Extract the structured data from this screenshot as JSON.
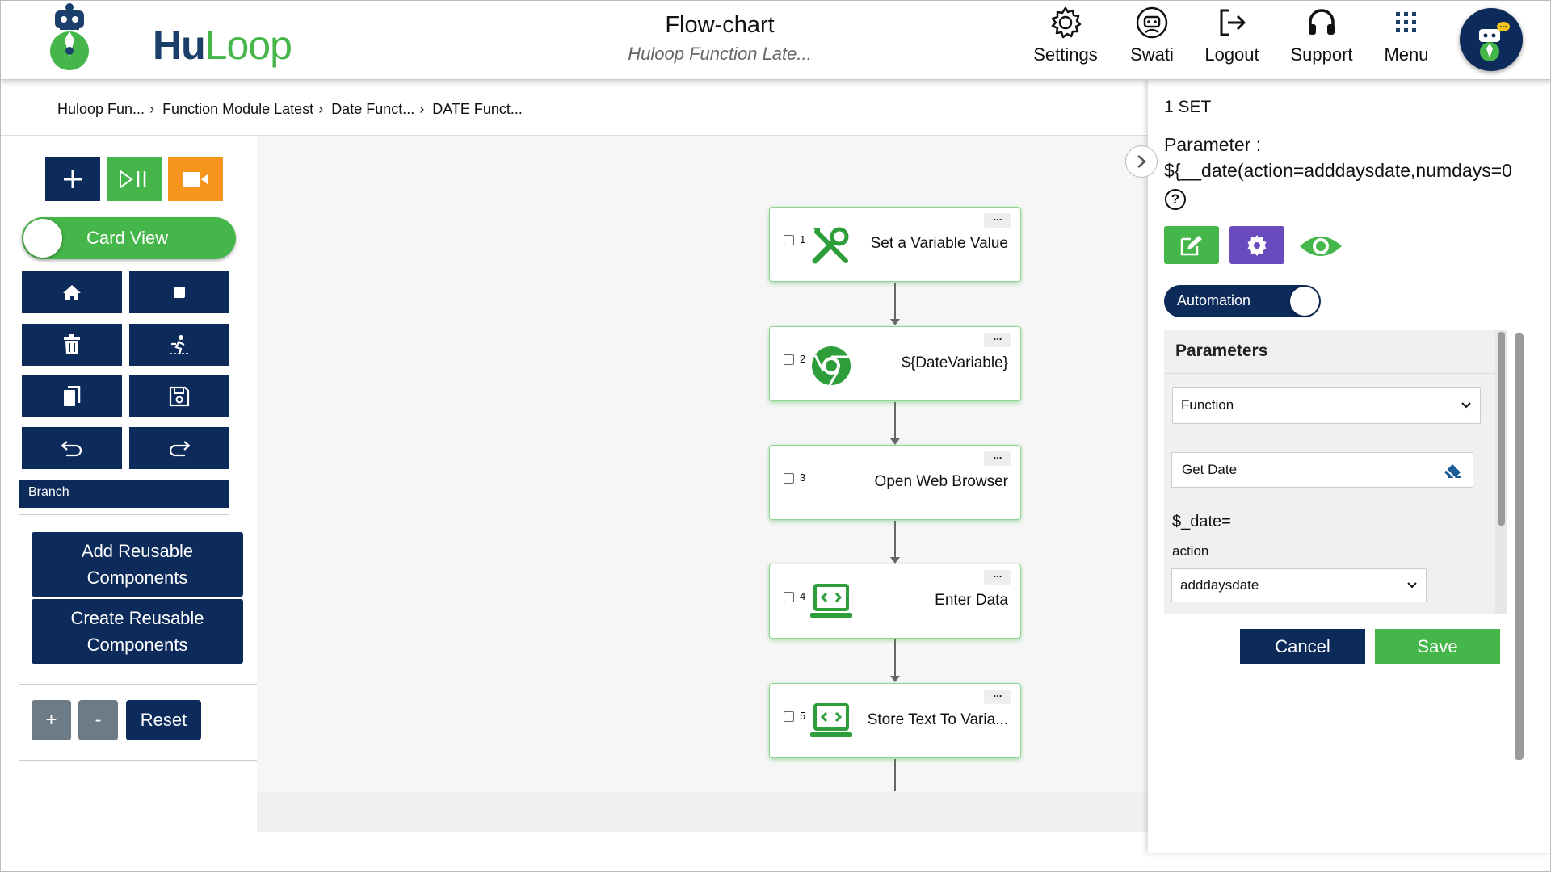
{
  "header": {
    "logo_hu": "Hu",
    "logo_loop": "Loop",
    "title": "Flow-chart",
    "subtitle": "Huloop Function Late...",
    "nav": {
      "settings": "Settings",
      "user": "Swati",
      "logout": "Logout",
      "support": "Support",
      "menu": "Menu"
    }
  },
  "breadcrumb": [
    "Huloop Fun...",
    "Function Module Latest",
    "Date Funct...",
    "DATE Funct..."
  ],
  "left_panel": {
    "card_view_label": "Card View",
    "branch_label": "Branch",
    "add_reusable_line1": "Add Reusable",
    "add_reusable_line2": "Components",
    "create_reusable_line1": "Create Reusable",
    "create_reusable_line2": "Components",
    "zoom_in": "+",
    "zoom_out": "-",
    "reset": "Reset"
  },
  "flow_nodes": [
    {
      "num": "1",
      "title": "Set a Variable Value",
      "icon": "tools-icon"
    },
    {
      "num": "2",
      "title": "${DateVariable}",
      "icon": "chrome-icon"
    },
    {
      "num": "3",
      "title": "Open Web Browser",
      "icon": "none"
    },
    {
      "num": "4",
      "title": "Enter Data",
      "icon": "code-laptop-icon"
    },
    {
      "num": "5",
      "title": "Store Text To Varia...",
      "icon": "code-laptop-icon"
    }
  ],
  "right_panel": {
    "heading": "1 SET",
    "parameter_label": "Parameter :",
    "parameter_value": "${__date(action=adddaysdate,numdays=0",
    "automation_label": "Automation",
    "parameters_title": "Parameters",
    "function_select": "Function",
    "function_value": "Get Date",
    "date_expr": "$_date=",
    "action_label": "action",
    "action_value": "adddaysdate",
    "cancel": "Cancel",
    "save": "Save"
  },
  "colors": {
    "brand_navy": "#0c2a5a",
    "brand_green": "#45b649",
    "orange": "#f7941d",
    "purple": "#6a4bbd"
  }
}
